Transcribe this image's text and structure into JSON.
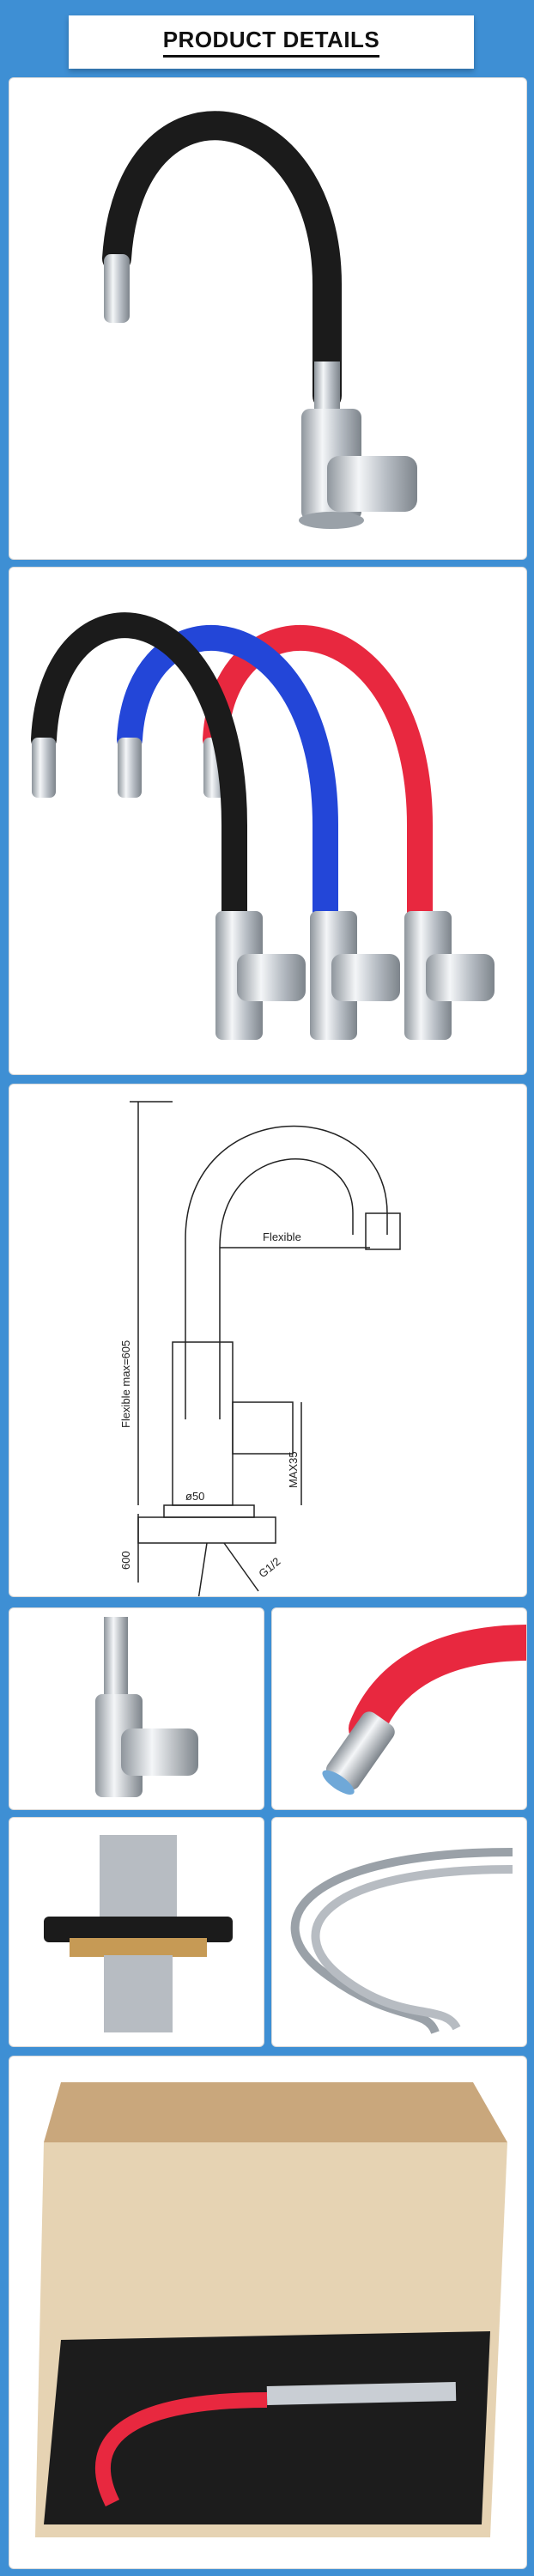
{
  "header": {
    "title": "PRODUCT DETAILS"
  },
  "drawing": {
    "flexible_max": "Flexible  max=605",
    "flexible": "Flexible",
    "diameter": "ø50",
    "max_thickness": "MAX35",
    "hose_length": "600",
    "thread": "G1/2"
  },
  "colors": {
    "background": "#3e8fd4",
    "hose_black": "#1b1b1b",
    "hose_blue": "#2346d8",
    "hose_red": "#e8283f",
    "chrome": "#c9ced4",
    "box_kraft": "#c9a77c"
  }
}
